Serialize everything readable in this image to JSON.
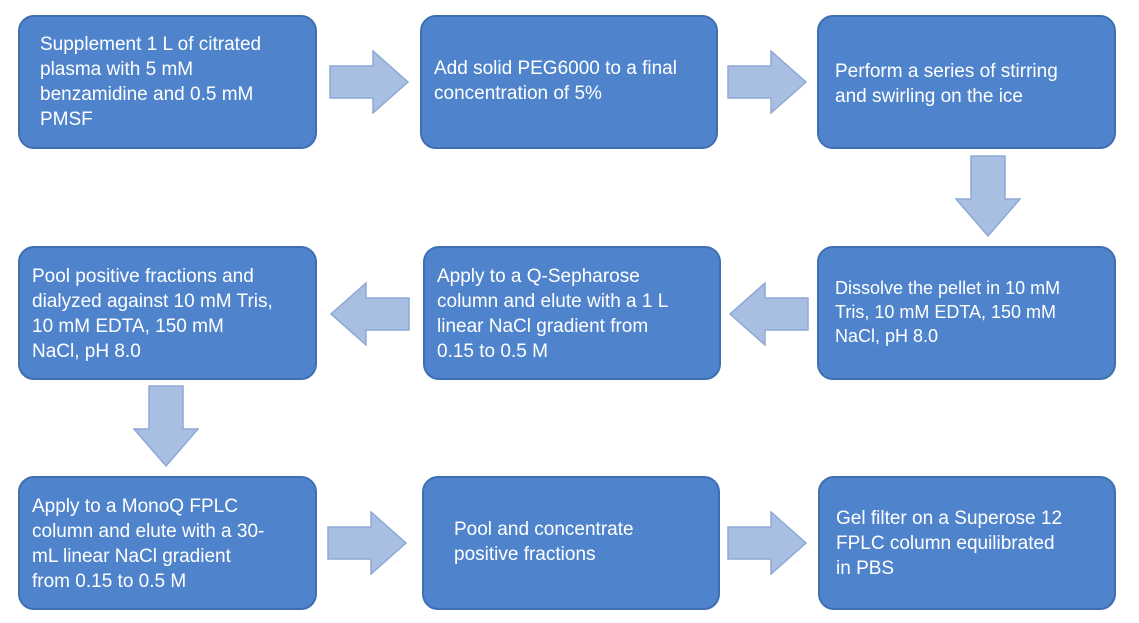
{
  "diagram": {
    "colors": {
      "box_fill": "#4f84cc",
      "box_border": "#3f6fb3",
      "box_text": "#ffffff",
      "arrow_fill": "#a8bfe2",
      "arrow_stroke": "#8ea9d6"
    },
    "steps": [
      {
        "id": "step1",
        "text": "Supplement 1 L of citrated\nplasma with 5 mM\nbenzamidine and 0.5 mM\nPMSF"
      },
      {
        "id": "step2",
        "text": "Add solid PEG6000 to a final\nconcentration of 5%"
      },
      {
        "id": "step3",
        "text": "Perform a series of stirring\nand swirling on the ice"
      },
      {
        "id": "step4",
        "text": "Dissolve the pellet in 10 mM\nTris, 10 mM EDTA, 150 mM\nNaCl, pH 8.0"
      },
      {
        "id": "step5",
        "text": "Apply to a Q-Sepharose\ncolumn and elute with a 1 L\nlinear NaCl gradient from\n0.15 to 0.5 M"
      },
      {
        "id": "step6",
        "text": "Pool positive fractions and\ndialyzed against 10 mM Tris,\n10 mM EDTA, 150 mM\nNaCl, pH 8.0"
      },
      {
        "id": "step7",
        "text": "Apply to a MonoQ FPLC\ncolumn and elute with a 30-\nmL linear NaCl gradient\nfrom 0.15 to 0.5 M"
      },
      {
        "id": "step8",
        "text": "Pool and concentrate\npositive fractions"
      },
      {
        "id": "step9",
        "text": "Gel filter on a Superose 12\nFPLC column equilibrated\nin PBS"
      }
    ],
    "arrows": [
      {
        "id": "a1",
        "direction": "right",
        "from": "step1",
        "to": "step2"
      },
      {
        "id": "a2",
        "direction": "right",
        "from": "step2",
        "to": "step3"
      },
      {
        "id": "a3",
        "direction": "down",
        "from": "step3",
        "to": "step4"
      },
      {
        "id": "a4",
        "direction": "left",
        "from": "step4",
        "to": "step5"
      },
      {
        "id": "a5",
        "direction": "left",
        "from": "step5",
        "to": "step6"
      },
      {
        "id": "a6",
        "direction": "down",
        "from": "step6",
        "to": "step7"
      },
      {
        "id": "a7",
        "direction": "right",
        "from": "step7",
        "to": "step8"
      },
      {
        "id": "a8",
        "direction": "right",
        "from": "step8",
        "to": "step9"
      }
    ]
  }
}
